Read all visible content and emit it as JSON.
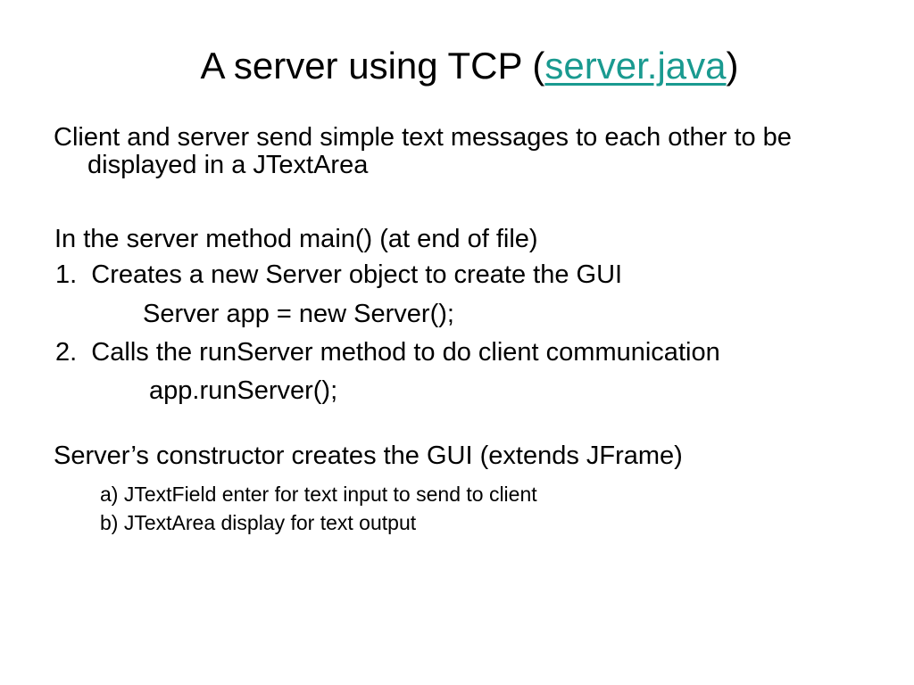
{
  "slide": {
    "title": {
      "prefix": "A server using TCP (",
      "link_text": "server.java",
      "suffix": ")"
    },
    "colors": {
      "link": "#1a9a90",
      "text": "#000000",
      "background": "#ffffff"
    },
    "body": {
      "intro_line1": "Client and server send simple text messages to each other to be",
      "intro_line2": "displayed in a JTextArea",
      "para_main": "In the server method main() (at end of file)",
      "item1": "1.  Creates a new Server object to create the GUI",
      "code1": "Server app = new Server();",
      "item2": "2.  Calls the runServer method to do client communication",
      "code2": "app.runServer();",
      "para_constructor": "Server’s constructor creates the GUI (extends JFrame)",
      "sub_a": "a) JTextField enter for text input to send to client",
      "sub_b": "b) JTextArea display for text output"
    }
  }
}
